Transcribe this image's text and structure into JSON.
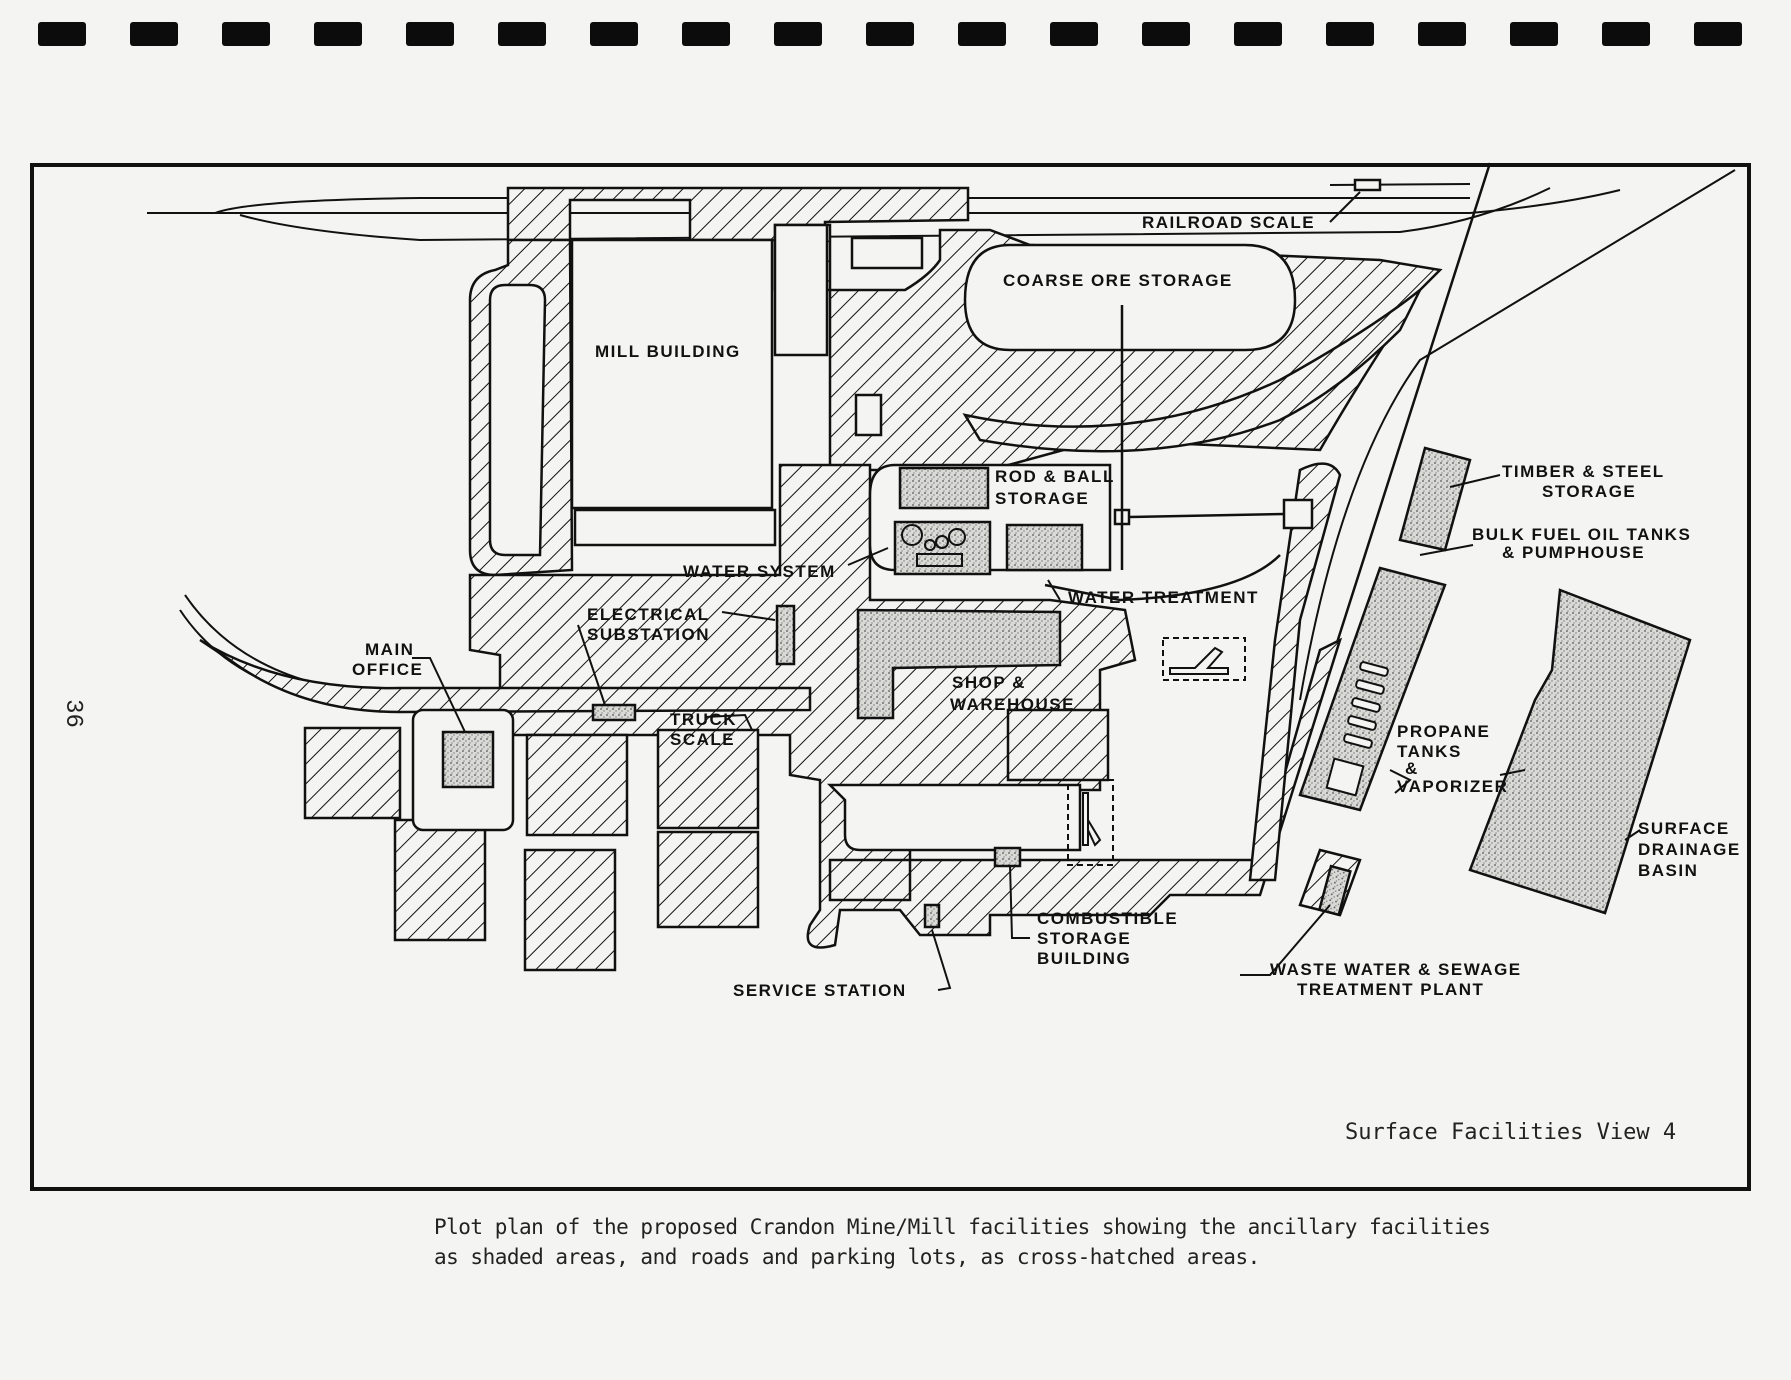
{
  "page": {
    "page_number": "36",
    "sprocket_hole_count": 19
  },
  "diagram": {
    "view_title": "Surface Facilities View 4",
    "labels": {
      "railroad_scale": "RAILROAD SCALE",
      "coarse_ore_storage": "COARSE ORE STORAGE",
      "mill_building": "MILL BUILDING",
      "rod_ball_storage_1": "ROD & BALL",
      "rod_ball_storage_2": "STORAGE",
      "water_system": "WATER SYSTEM",
      "water_treatment": "WATER TREATMENT",
      "electrical_substation_1": "ELECTRICAL",
      "electrical_substation_2": "SUBSTATION",
      "main_office_1": "MAIN",
      "main_office_2": "OFFICE",
      "truck_scale_1": "TRUCK",
      "truck_scale_2": "SCALE",
      "shop_warehouse_1": "SHOP &",
      "shop_warehouse_2": "WAREHOUSE",
      "timber_steel_1": "TIMBER & STEEL",
      "timber_steel_2": "STORAGE",
      "bulk_fuel_1": "BULK FUEL OIL TANKS",
      "bulk_fuel_2": "& PUMPHOUSE",
      "propane_1": "PROPANE",
      "propane_2": "TANKS",
      "propane_3": "&",
      "propane_4": "VAPORIZER",
      "surface_drainage_1": "SURFACE",
      "surface_drainage_2": "DRAINAGE",
      "surface_drainage_3": "BASIN",
      "combustible_1": "COMBUSTIBLE",
      "combustible_2": "STORAGE",
      "combustible_3": "BUILDING",
      "service_station": "SERVICE STATION",
      "waste_water_1": "WASTE WATER & SEWAGE",
      "waste_water_2": "TREATMENT PLANT"
    },
    "legend": {
      "shaded": "ancillary facilities",
      "cross_hatched": "roads and parking lots"
    }
  },
  "caption": {
    "line1": "Plot plan of the proposed Crandon Mine/Mill facilities showing the ancillary facilities",
    "line2": "as shaded areas, and roads and parking lots, as cross-hatched areas."
  }
}
